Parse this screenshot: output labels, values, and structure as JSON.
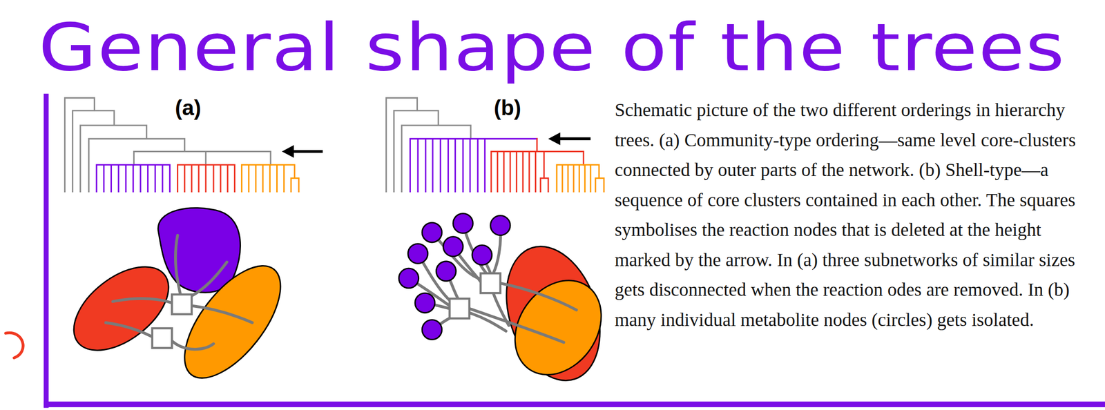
{
  "diagram": {
    "title": "General shape of the trees",
    "caption": "Schematic picture of the two different orderings in hierarchy trees. (a) Community-type ordering—same level core-clusters connected by outer parts of the network. (b) Shell-type—a sequence of core clusters contained in each other. The squares symbolises the reaction nodes that is deleted at the height marked by the arrow. In (a) three subnetworks of similar sizes gets disconnected when the reaction odes are removed. In (b) many individual metabolite nodes (circles) gets isolated.",
    "labels": [
      "(a)",
      "(b)"
    ]
  }
}
